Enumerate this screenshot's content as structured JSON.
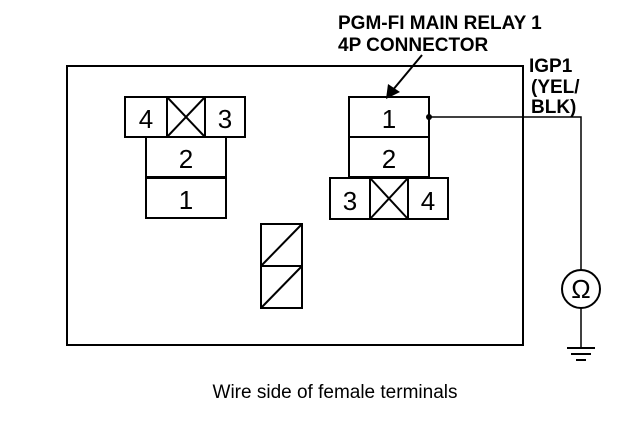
{
  "connector_callout": {
    "line1": "PGM-FI MAIN RELAY 1",
    "line2": "4P CONNECTOR"
  },
  "wire": {
    "line1": "IGP1",
    "line2": "(YEL/",
    "line3": "BLK)"
  },
  "left_connector": {
    "top_row": {
      "left": "4",
      "right": "3"
    },
    "middle": "2",
    "bottom": "1"
  },
  "right_connector": {
    "top": "1",
    "middle": "2",
    "bottom_row": {
      "left": "3",
      "right": "4"
    }
  },
  "meter_symbol": "Ω",
  "caption": "Wire side of female terminals",
  "icons": {
    "meter": "ohmmeter-icon",
    "ground": "ground-icon",
    "blank_cavity": "crossed-box-icon"
  }
}
